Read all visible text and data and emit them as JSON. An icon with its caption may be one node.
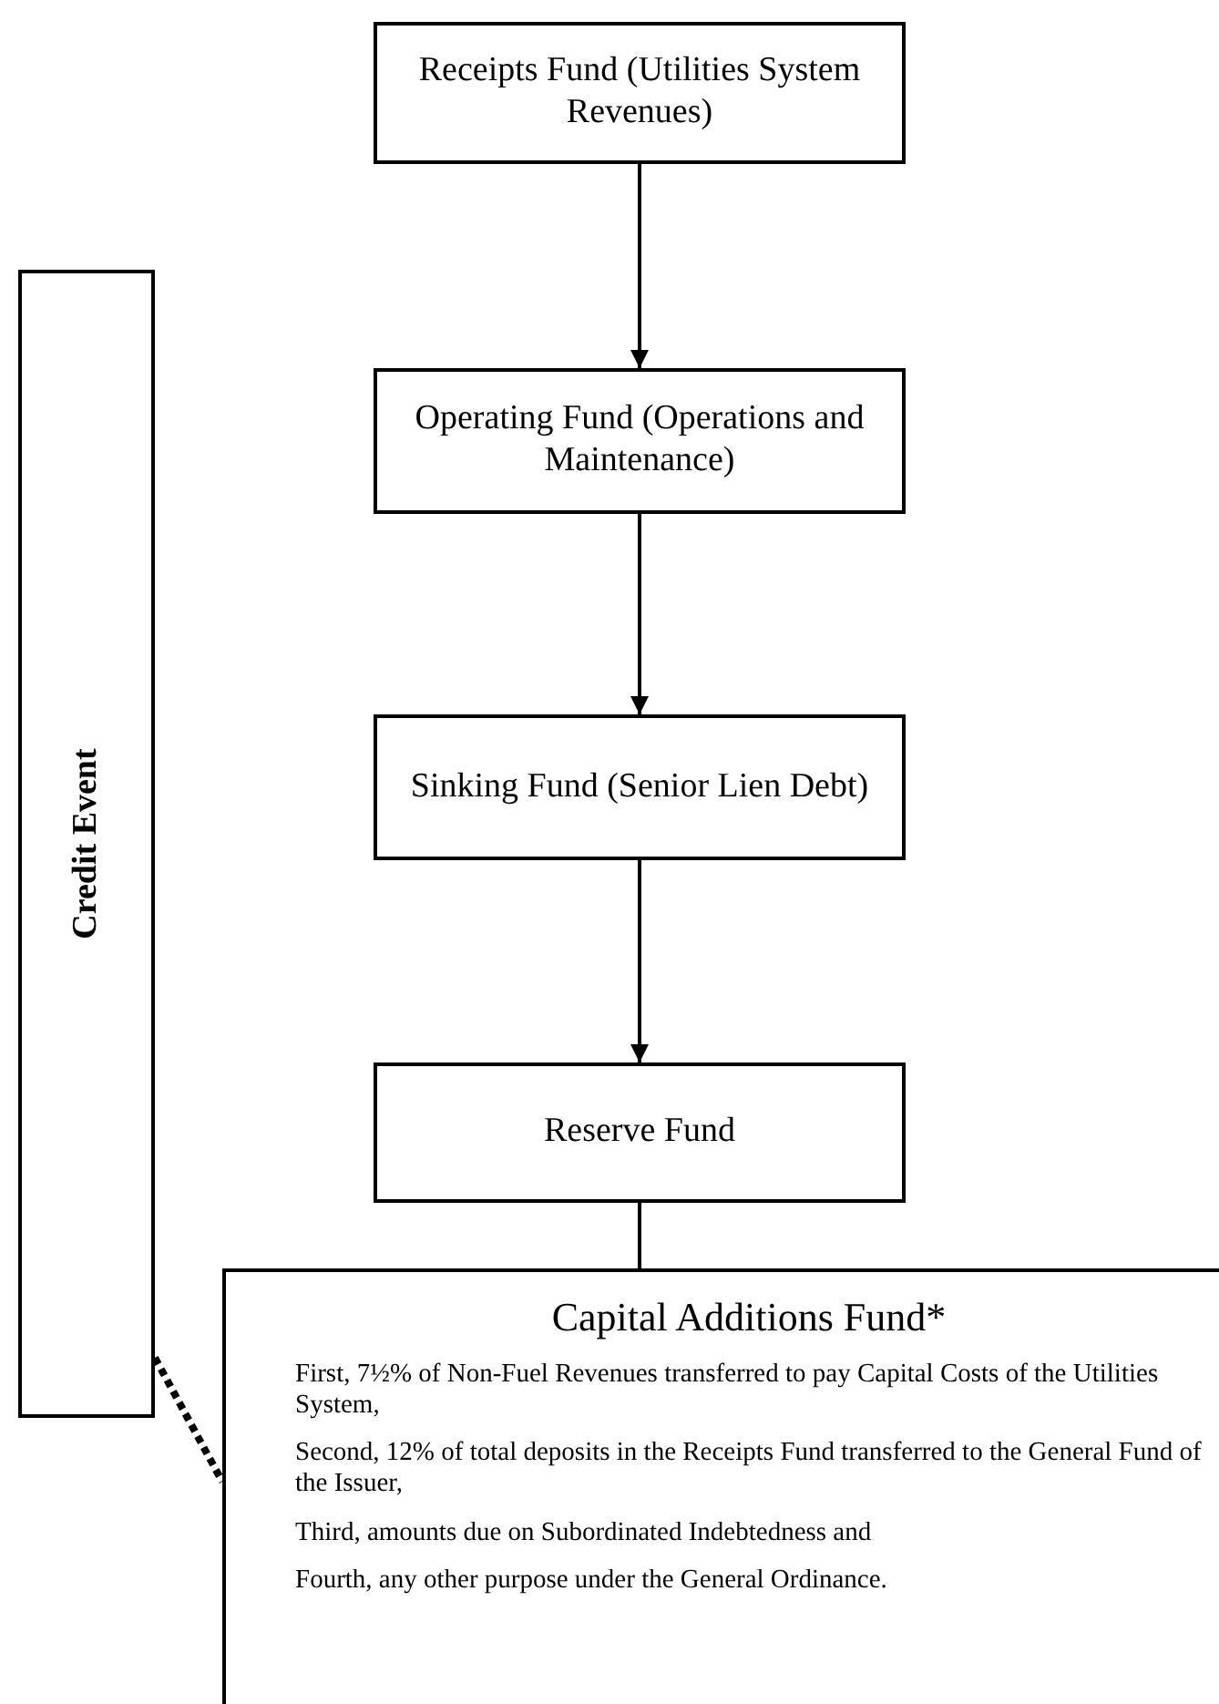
{
  "diagram": {
    "nodes": [
      {
        "text": [
          "Receipts Fund (Utilities System Revenues)"
        ]
      },
      {
        "text": [
          "Operating Fund (Operations and Maintenance)"
        ]
      },
      {
        "text": [
          "Sinking Fund (Senior Lien Debt)"
        ]
      },
      {
        "text": [
          "Reserve Fund"
        ]
      },
      {
        "text": [
          "Capital Additions Fund*",
          "First, 7½% of Non-Fuel Revenues transferred to pay Capital Costs of the Utilities System,",
          "Second, 12% of total deposits in the Receipts Fund transferred to the General Fund of the Issuer,",
          "Third, amounts due on Subordinated Indebtedness and",
          "Fourth, any other purpose under the General Ordinance."
        ]
      },
      {
        "text": [
          "Credit Event"
        ]
      }
    ],
    "edges": [
      {
        "from": 0,
        "to": 1,
        "arrow": "to"
      },
      {
        "from": 1,
        "to": 2,
        "arrow": "to"
      },
      {
        "from": 2,
        "to": 3,
        "arrow": "to"
      },
      {
        "from": 3,
        "to": 4,
        "arrow": "none"
      },
      {
        "from": 5,
        "to": 4,
        "arrow": "none",
        "style": "dashed"
      }
    ]
  }
}
